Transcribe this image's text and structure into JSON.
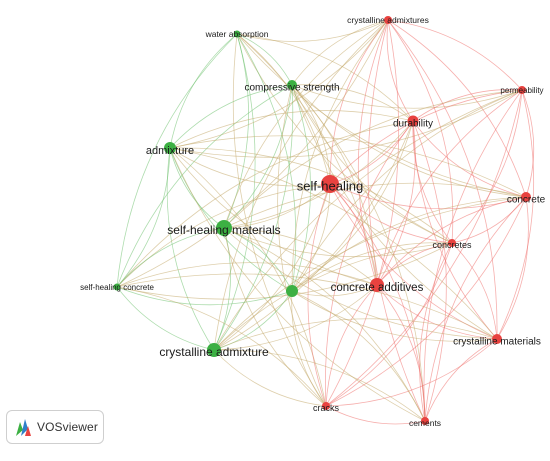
{
  "colors": {
    "green": "#3cb043",
    "red": "#e8423f",
    "green_edge": "#69c06a",
    "red_edge": "#ee6d69",
    "mixed_edge": "#c2a868"
  },
  "nodes": [
    {
      "id": "water-absorption",
      "label": "water absorption",
      "cluster": "green"
    },
    {
      "id": "crystalline-admixtures",
      "label": "crystalline admixtures",
      "cluster": "red"
    },
    {
      "id": "compressive-strength",
      "label": "compressive strength",
      "cluster": "green"
    },
    {
      "id": "permeability",
      "label": "permeability",
      "cluster": "red"
    },
    {
      "id": "durability",
      "label": "durability",
      "cluster": "red"
    },
    {
      "id": "admixture",
      "label": "admixture",
      "cluster": "green"
    },
    {
      "id": "self-healing",
      "label": "self-healing",
      "cluster": "red"
    },
    {
      "id": "concrete",
      "label": "concrete",
      "cluster": "red"
    },
    {
      "id": "self-healing-materials",
      "label": "self-healing materials",
      "cluster": "green"
    },
    {
      "id": "concretes",
      "label": "concretes",
      "cluster": "red"
    },
    {
      "id": "concrete-additives",
      "label": "concrete additives",
      "cluster": "red"
    },
    {
      "id": "self-healing-concrete",
      "label": "self-healing concrete",
      "cluster": "green"
    },
    {
      "id": "unlabeled-green",
      "label": "",
      "cluster": "green"
    },
    {
      "id": "crystalline-materials",
      "label": "crystalline materials",
      "cluster": "red"
    },
    {
      "id": "crystalline-admixture",
      "label": "crystalline admixture",
      "cluster": "green"
    },
    {
      "id": "cracks",
      "label": "cracks",
      "cluster": "red"
    },
    {
      "id": "cements",
      "label": "cements",
      "cluster": "red"
    }
  ],
  "branding": {
    "logo_icon": "vosviewer-logo-icon",
    "text": "VOSviewer"
  }
}
